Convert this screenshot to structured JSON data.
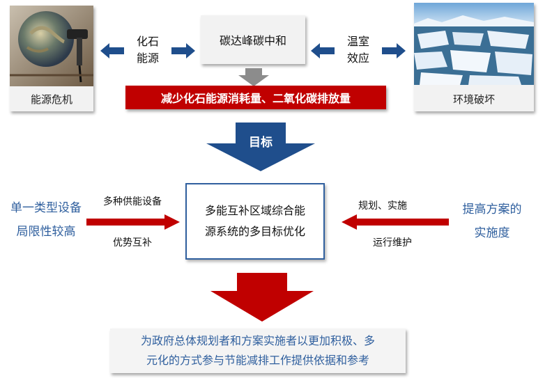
{
  "top": {
    "energy_crisis_label": "能源危机",
    "fossil_energy": [
      "化石",
      "能源"
    ],
    "carbon_title": "碳达峰碳中和",
    "greenhouse_effect": [
      "温室",
      "效应"
    ],
    "environment_damage_label": "环境破坏",
    "banner": "减少化石能源消耗量、二氧化碳排放量"
  },
  "goal_arrow_label": "目标",
  "middle": {
    "left_title": [
      "单一类型设备",
      "局限性较高"
    ],
    "left_arrow_top": "多种供能设备",
    "left_arrow_bottom": "优势互补",
    "center_box": [
      "多能互补区域综合能",
      "源系统的多目标优化"
    ],
    "right_arrow_top": "规划、实施",
    "right_arrow_bottom": "运行维护",
    "right_title": [
      "提高方案的",
      "实施度"
    ]
  },
  "bottom_box": [
    "为政府总体规划者和方案实施者以更加积极、多",
    "元化的方式参与节能减排工作提供依据和参考"
  ],
  "colors": {
    "blue_arrow": "#1f4e8c",
    "red": "#c00000",
    "blue_text": "#2f5f9e",
    "gray_arrow": "#8c8c8c"
  }
}
